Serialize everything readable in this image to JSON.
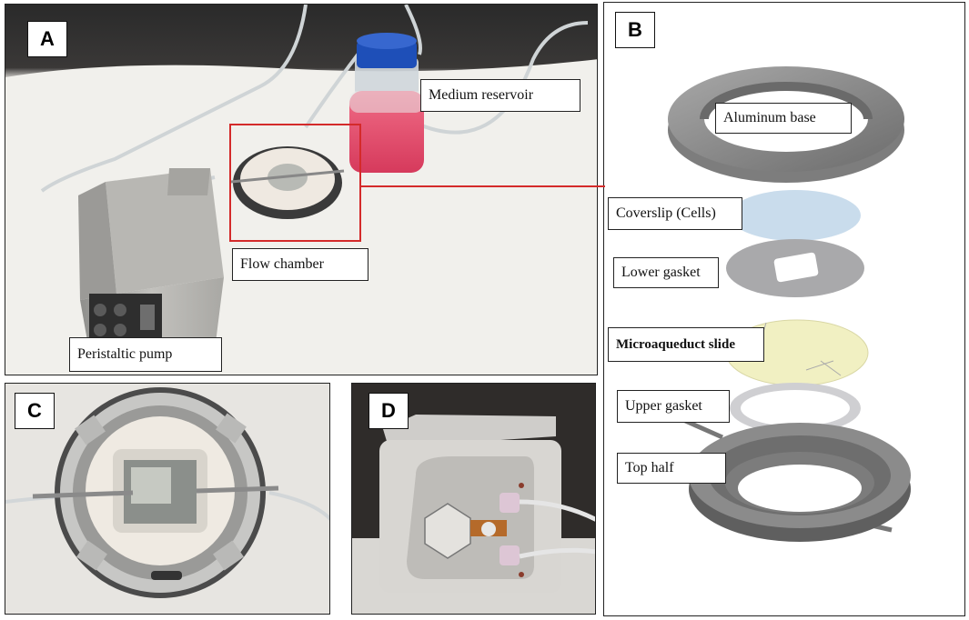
{
  "panels": {
    "a": {
      "letter": "A",
      "labels": {
        "medium_reservoir": "Medium reservoir",
        "flow_chamber": "Flow chamber",
        "peristaltic_pump": "Peristaltic pump"
      }
    },
    "b": {
      "letter": "B",
      "labels": {
        "aluminum_base": "Aluminum base",
        "coverslip": "Coverslip (Cells)",
        "lower_gasket": "Lower gasket",
        "microaqueduct_slide": "Microaqueduct slide",
        "upper_gasket": "Upper gasket",
        "top_half": "Top half"
      }
    },
    "c": {
      "letter": "C"
    },
    "d": {
      "letter": "D"
    }
  },
  "colors": {
    "highlight_box": "#d42a2a",
    "medium": "#e8506a",
    "bottle_cap": "#1e4fb8",
    "coverslip": "#c9dcec",
    "slide": "#f1f0c2"
  }
}
